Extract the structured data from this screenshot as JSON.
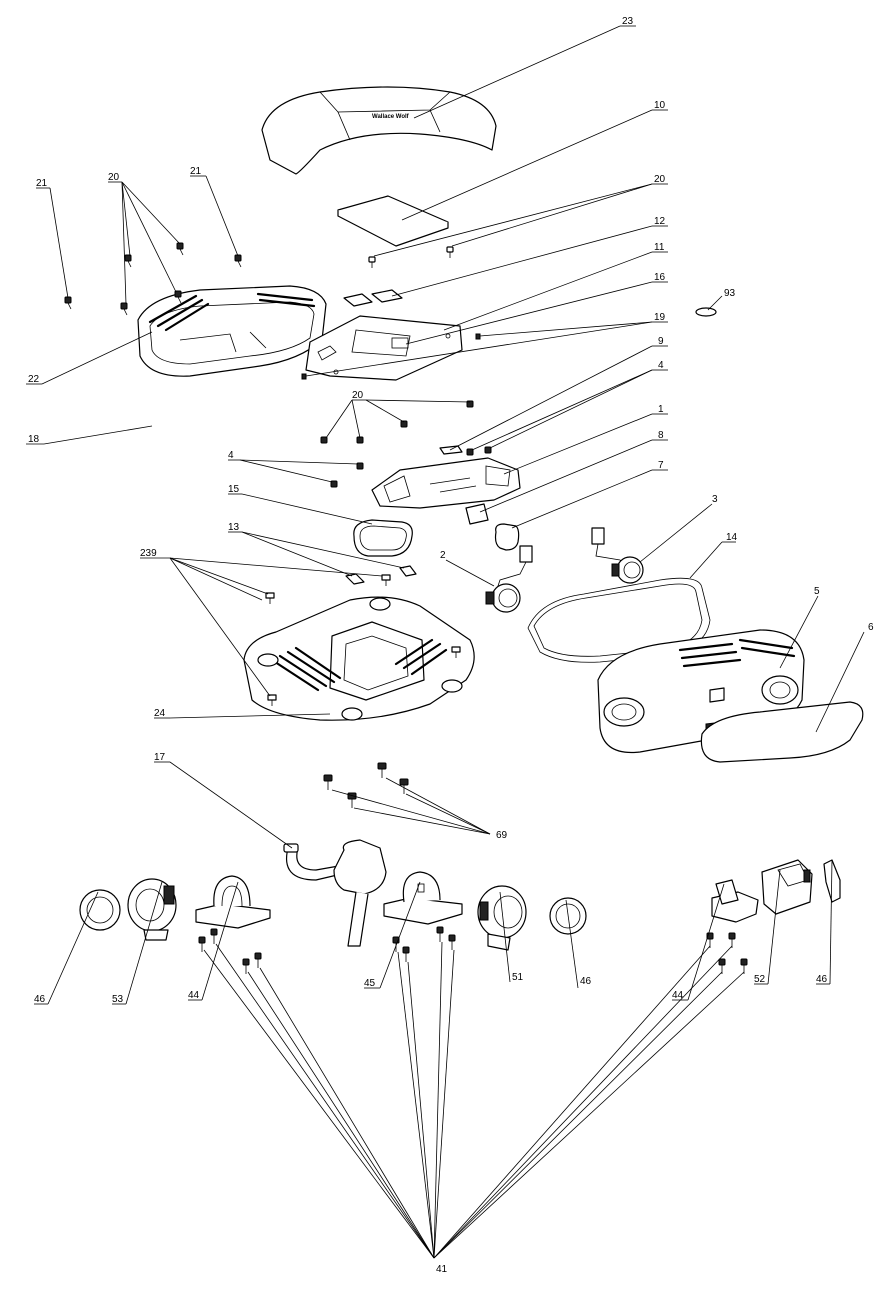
{
  "labels": {
    "n23": "23",
    "n10": "10",
    "n20a": "20",
    "n21a": "21",
    "n20b": "20",
    "n21b": "21",
    "n12": "12",
    "n11": "11",
    "n16": "16",
    "n93": "93",
    "n19": "19",
    "n22": "22",
    "n9": "9",
    "n20c": "20",
    "n4a": "4",
    "n18": "18",
    "n1": "1",
    "n8": "8",
    "n4b": "4",
    "n7": "7",
    "n15": "15",
    "n3": "3",
    "n13": "13",
    "n14": "14",
    "n239": "239",
    "n2": "2",
    "n5": "5",
    "n6": "6",
    "n24": "24",
    "n17": "17",
    "n69": "69",
    "n46a": "46",
    "n53": "53",
    "n44a": "44",
    "n45": "45",
    "n51": "51",
    "n46b": "46",
    "n44b": "44",
    "n52": "52",
    "n46c": "46",
    "n41": "41"
  }
}
